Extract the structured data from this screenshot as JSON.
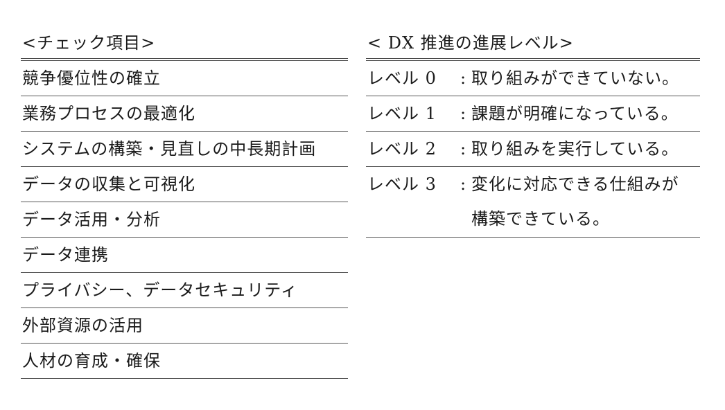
{
  "check_items": {
    "heading": "<チェック項目>",
    "items": [
      "競争優位性の確立",
      "業務プロセスの最適化",
      "システムの構築・見直しの中長期計画",
      "データの収集と可視化",
      "データ活用・分析",
      "データ連携",
      "プライバシー、データセキュリティ",
      "外部資源の活用",
      "人材の育成・確保"
    ]
  },
  "dx_levels": {
    "heading": "< DX 推進の進展レベル>",
    "colon": ":",
    "levels": [
      {
        "label": "レベル 0",
        "text": "取り組みができていない。"
      },
      {
        "label": "レベル 1",
        "text": "課題が明確になっている。"
      },
      {
        "label": "レベル 2",
        "text": "取り組みを実行している。"
      },
      {
        "label": "レベル 3",
        "text": "変化に対応できる仕組みが",
        "text2": "構築できている。"
      }
    ]
  }
}
